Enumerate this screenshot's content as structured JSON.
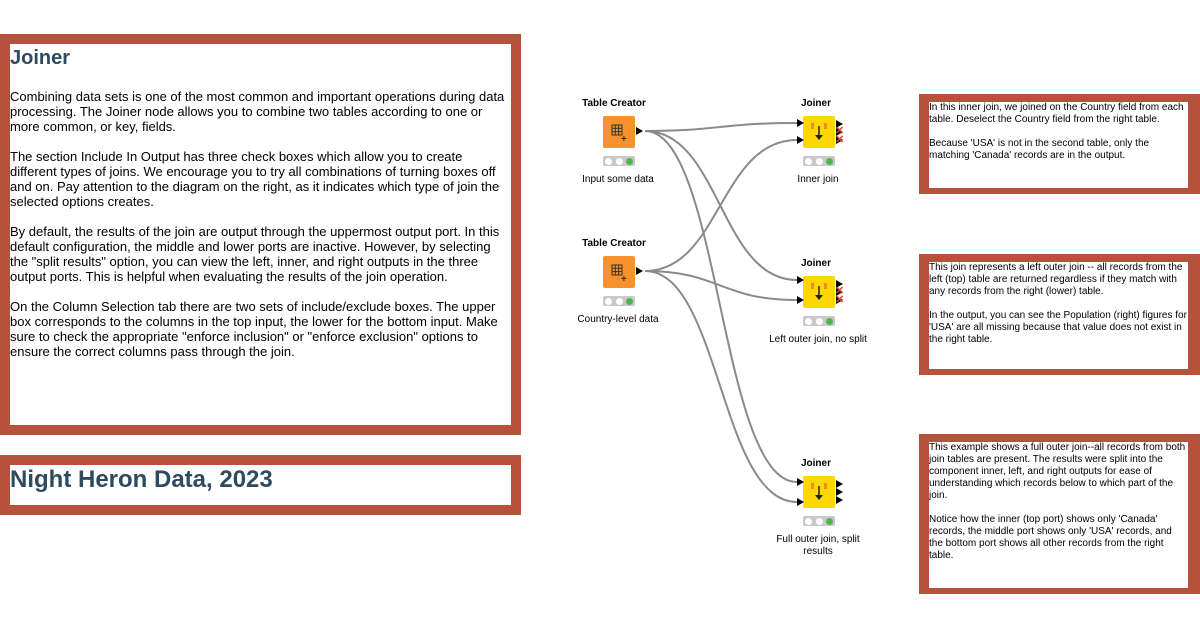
{
  "annotations": {
    "joiner": {
      "title": "Joiner",
      "paragraphs": [
        "Combining data sets is one of the most common and important operations during data processing. The Joiner node allows you to combine two tables according to one or more common, or key, fields.",
        "The section Include In Output has three check boxes which allow you to create different types of joins. We encourage you to try all combinations of turning boxes off and on. Pay attention to the diagram on the right, as it indicates which type of join the selected options creates.",
        "By default, the results of the join are output through the uppermost output port. In this default configuration, the middle and lower ports are inactive. However, by selecting the \"split results\" option, you can view the left, inner, and right outputs in the three output ports. This is helpful when evaluating the results of the join operation.",
        "On the Column Selection tab there are two sets of include/exclude boxes. The upper box corresponds to the columns in the top input, the lower for the bottom input. Make sure to check the appropriate \"enforce inclusion\" or \"enforce exclusion\" options to ensure the correct columns pass through the join."
      ]
    },
    "dataset_title": "Night Heron Data, 2023",
    "inner_note": [
      "In this inner join, we joined on the Country field from each table. Deselect the Country field from the right table.",
      "Because 'USA' is not in the second table, only the matching 'Canada' records are in the output."
    ],
    "left_outer_note": [
      "This join represents a left outer join -- all records from the left (top) table are returned regardless if they match with any records from the right (lower) table.",
      "In the output, you can see the Population (right) figures for 'USA' are all missing because that value does not exist in the right table."
    ],
    "full_outer_note": [
      "This example shows a full outer join--all records from both join tables are present. The results were split into the component inner, left, and right outputs for ease of understanding which records below to which part of the join.",
      "Notice how the inner (top port) shows only 'Canada' records, the middle port shows only 'USA' records, and the bottom port shows all other records from the right table."
    ]
  },
  "nodes": {
    "creator1": {
      "type": "Table Creator",
      "label": "Input some data"
    },
    "creator2": {
      "type": "Table Creator",
      "label": "Country-level data"
    },
    "joiner1": {
      "type": "Joiner",
      "label": "Inner join"
    },
    "joiner2": {
      "type": "Joiner",
      "label": "Left outer join, no split"
    },
    "joiner3": {
      "type": "Joiner",
      "label": "Full outer join, split results"
    }
  },
  "colors": {
    "annotation_border": "#b6523b",
    "title_text": "#2e4a5e",
    "table_creator": "#f7922d",
    "joiner": "#fcd800",
    "status_green": "#4cb847",
    "connection": "#8a8a8a"
  }
}
